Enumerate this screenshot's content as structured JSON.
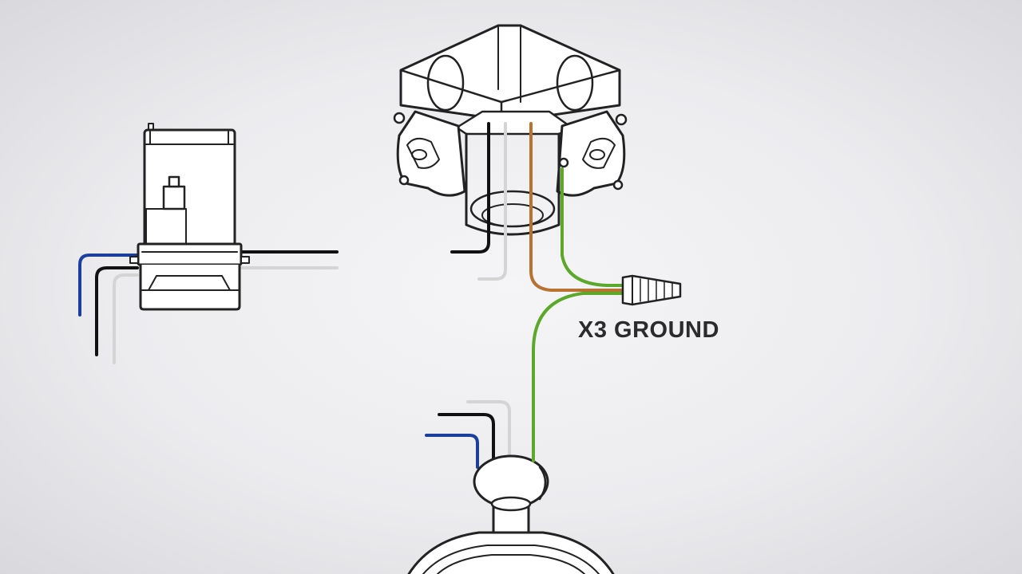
{
  "diagram": {
    "label": "X3 GROUND",
    "wire_colors": {
      "black": "#111111",
      "white": "#d4d4d4",
      "blue": "#1a3f9c",
      "green": "#5ba82a",
      "copper": "#b87333"
    },
    "outline_color": "#222222",
    "components": [
      "remote-receiver",
      "ceiling-junction-box",
      "wire-nut",
      "fan-motor-housing"
    ]
  }
}
